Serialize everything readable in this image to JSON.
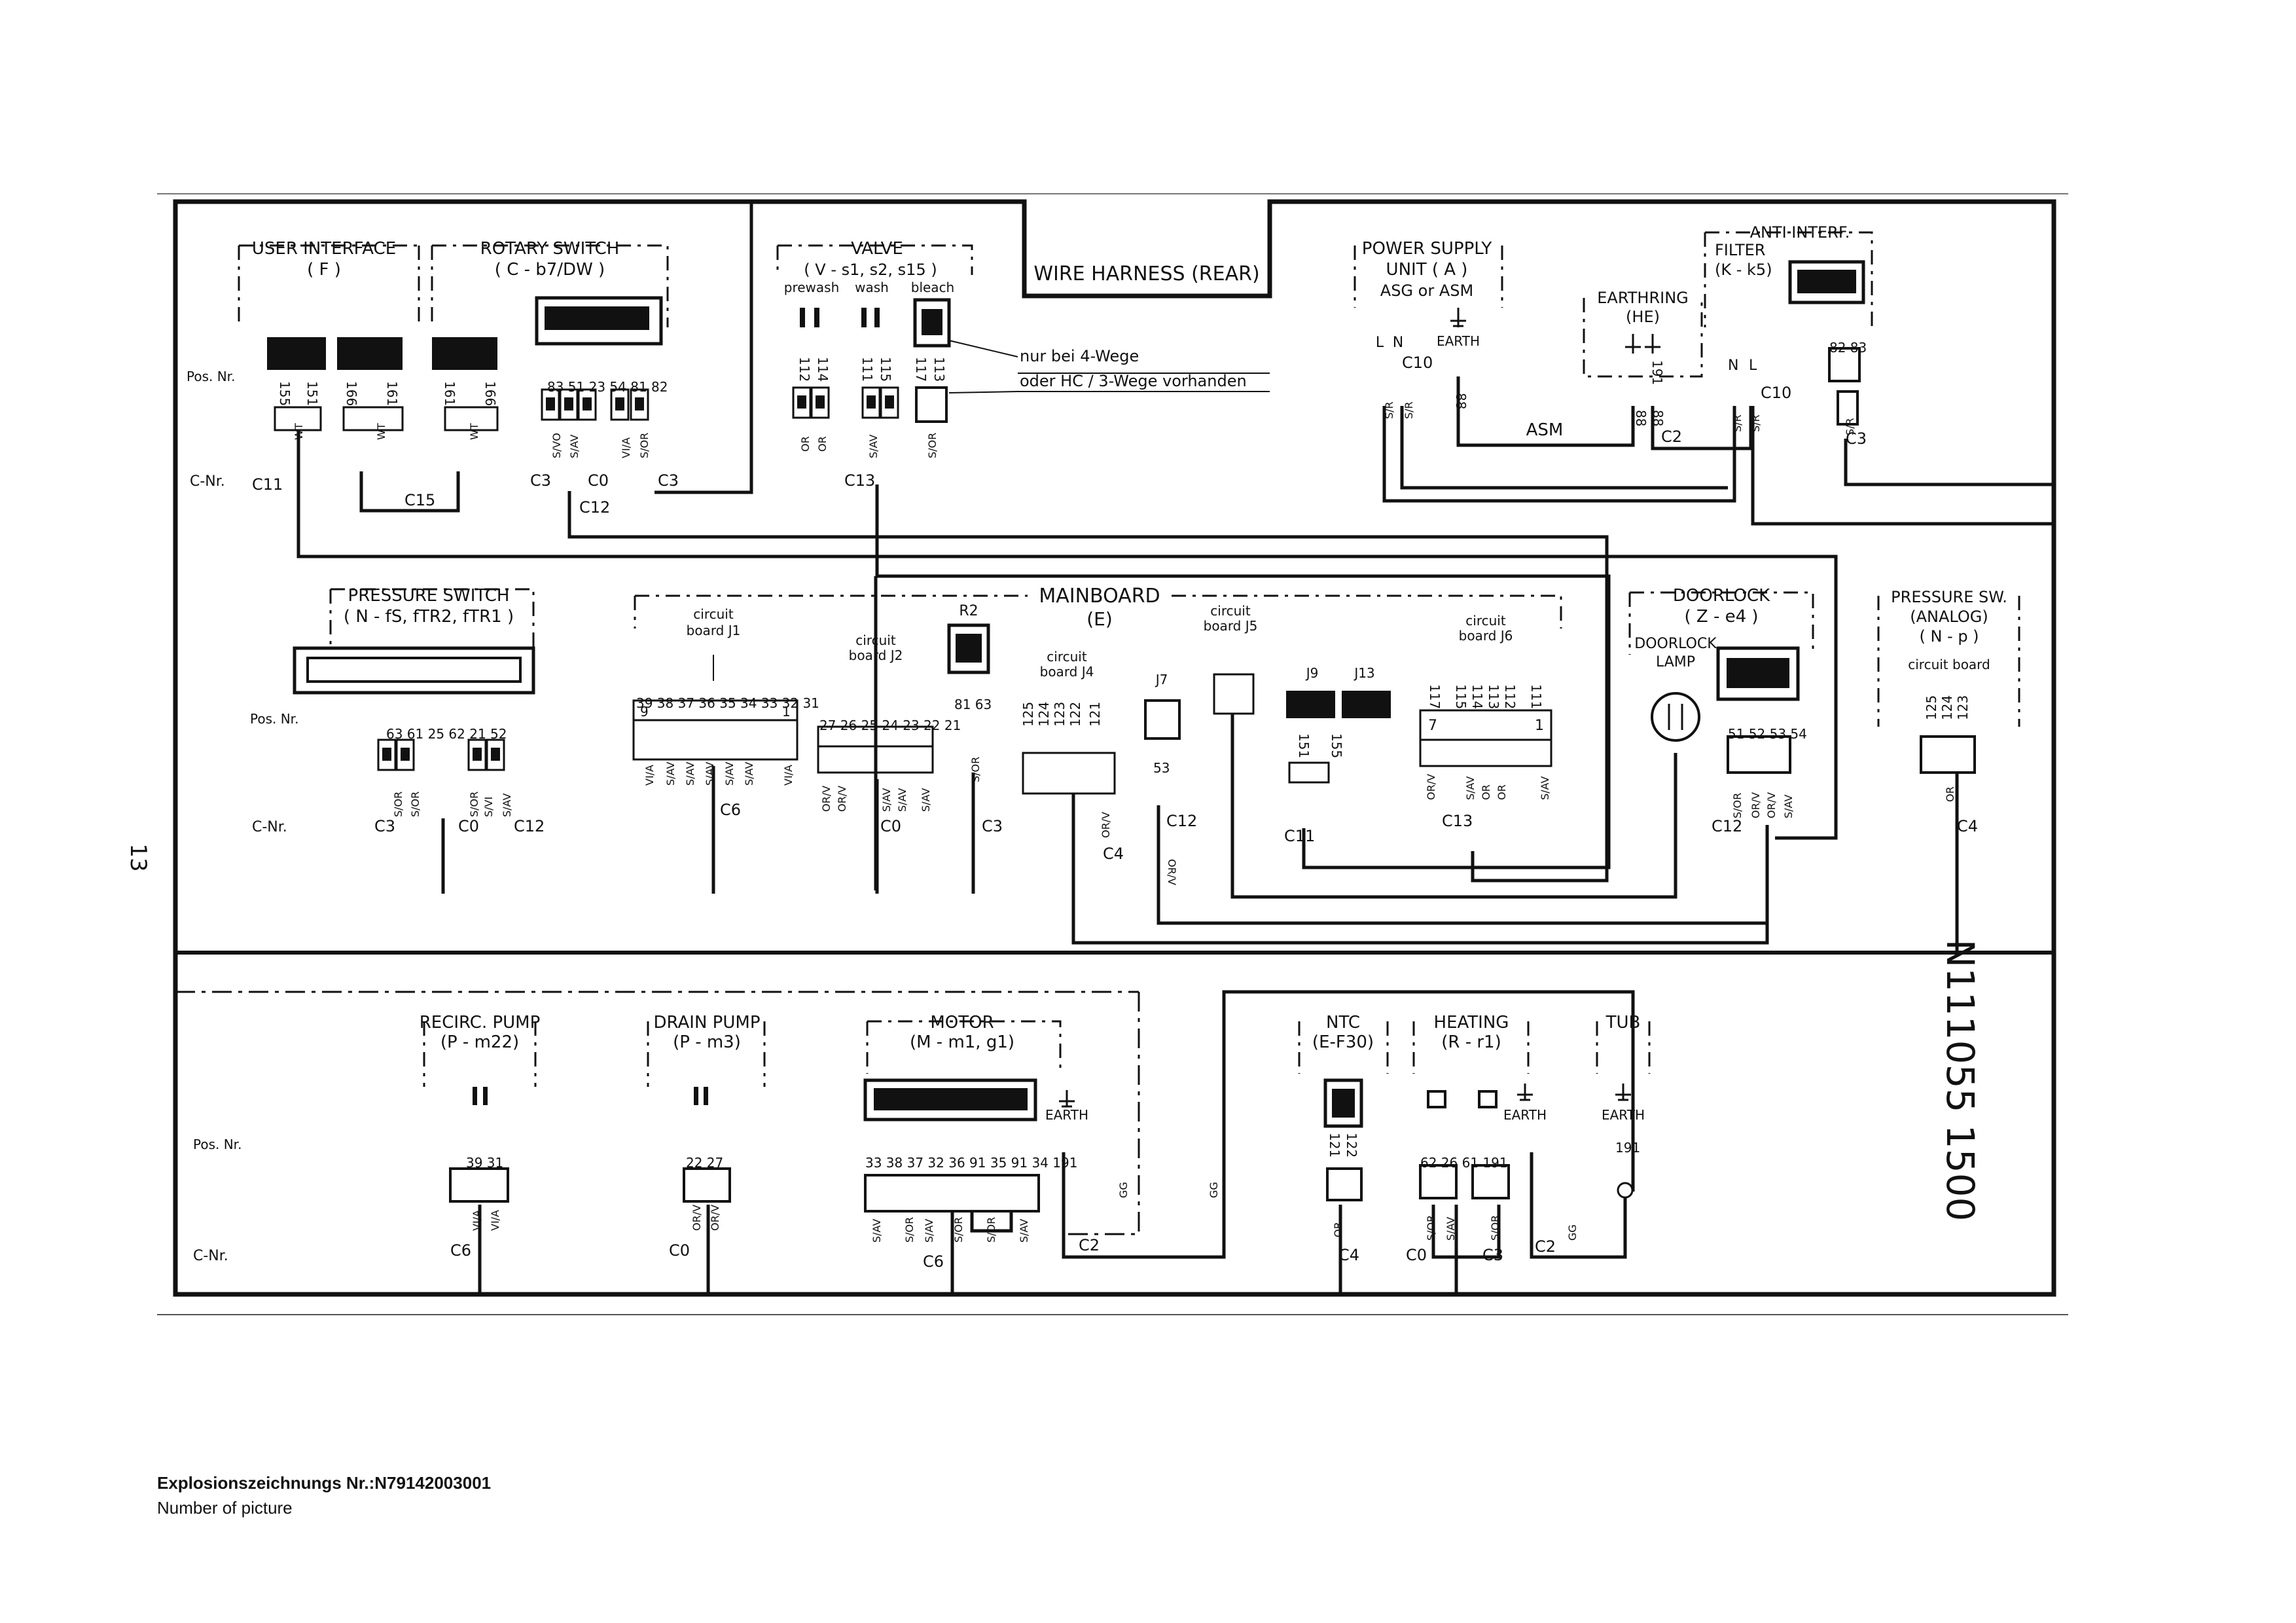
{
  "page_number": "13",
  "doc_code": "N111055 1500",
  "footer": {
    "title": "Explosionszeichnungs Nr.:N79142003001",
    "subtitle": "Number of picture"
  },
  "harness_label": "WIRE HARNESS (REAR)",
  "row_labels": {
    "pos": "Pos. Nr.",
    "cnr": "C-Nr."
  },
  "components": {
    "user_interface": {
      "title": "USER INTERFACE",
      "code": "( F )"
    },
    "rotary_switch": {
      "title": "ROTARY SWITCH",
      "code": "( C - b7/DW )"
    },
    "valve": {
      "title": "VALVE",
      "code": "( V - s1, s2, s15 )",
      "prewash": "prewash",
      "wash": "wash",
      "bleach": "bleach"
    },
    "valve_note": {
      "line1": "nur bei 4-Wege",
      "line2": "oder  HC / 3-Wege vorhanden"
    },
    "power_supply": {
      "title": "POWER SUPPLY",
      "line2": "UNIT ( A )",
      "line3": "ASG or ASM",
      "earth": "EARTH",
      "l": "L",
      "n": "N",
      "asm": "ASM"
    },
    "earthring": {
      "title": "EARTHRING",
      "code": "(HE)"
    },
    "anti_interf": {
      "title": "ANTI INTERF.",
      "line2": "FILTER",
      "code": "(K - k5)",
      "n": "N",
      "l": "L"
    },
    "pressure_switch": {
      "title": "PRESSURE SWITCH",
      "code": "( N - fS, fTR2, fTR1 )"
    },
    "mainboard": {
      "title": "MAINBOARD",
      "code": "(E)",
      "j1": "circuit\nboard J1",
      "j2": "circuit\nboard J2",
      "j4": "circuit\nboard J4",
      "j5": "circuit\nboard J5",
      "j6": "circuit\nboard J6",
      "j7": "J7",
      "j9": "J9",
      "j13": "J13",
      "r2": "R2"
    },
    "doorlock": {
      "title": "DOORLOCK",
      "code": "( Z - e4 )",
      "lamp1": "DOORLOCK",
      "lamp2": "LAMP"
    },
    "pressure_sw_analog": {
      "title": "PRESSURE SW.",
      "line2": "(ANALOG)",
      "code": "( N - p )",
      "board": "circuit board"
    },
    "recirc_pump": {
      "title": "RECIRC. PUMP",
      "code": "(P - m22)"
    },
    "drain_pump": {
      "title": "DRAIN PUMP",
      "code": "(P - m3)"
    },
    "motor": {
      "title": "MOTOR",
      "code": "(M - m1, g1)",
      "earth": "EARTH"
    },
    "ntc": {
      "title": "NTC",
      "code": "(E-F30)"
    },
    "heating": {
      "title": "HEATING",
      "code": "(R - r1)",
      "earth": "EARTH"
    },
    "tub": {
      "title": "TUB",
      "earth": "EARTH"
    }
  },
  "pos_numbers": {
    "ui": [
      "155",
      "151",
      "166",
      "161",
      "161",
      "166"
    ],
    "rotary": [
      "83",
      "51",
      "23",
      "54",
      "81",
      "82"
    ],
    "valve": [
      "112",
      "114",
      "111",
      "115",
      "117",
      "113"
    ],
    "power": [
      "88",
      "191",
      "88",
      "88"
    ],
    "filter": [
      "82",
      "83"
    ],
    "pressure": [
      "63",
      "61",
      "25",
      "62",
      "21",
      "52"
    ],
    "j1": [
      "39",
      "38",
      "37",
      "36",
      "35",
      "34",
      "33",
      "32",
      "31"
    ],
    "j2": [
      "27",
      "26",
      "25",
      "24",
      "23",
      "22",
      "21"
    ],
    "r2": [
      "81",
      "63"
    ],
    "j4": [
      "125",
      "124",
      "123",
      "122",
      "121"
    ],
    "j7": [
      "53"
    ],
    "j9": [
      "151",
      "155"
    ],
    "j6": [
      "117",
      "115",
      "114",
      "113",
      "112",
      "111"
    ],
    "doorlock": [
      "51",
      "52",
      "53",
      "54"
    ],
    "analog": [
      "125",
      "124",
      "123"
    ],
    "recirc": [
      "39",
      "31"
    ],
    "drain": [
      "22",
      "27"
    ],
    "motor": [
      "33",
      "38",
      "37",
      "32",
      "36",
      "91",
      "35",
      "91",
      "34",
      "191"
    ],
    "ntc": [
      "121",
      "122"
    ],
    "heating": [
      "62",
      "26",
      "61",
      "191"
    ],
    "tub": [
      "191"
    ]
  },
  "connectors": {
    "c11": "C11",
    "c15": "C15",
    "c3": "C3",
    "c0": "C0",
    "c12": "C12",
    "c13": "C13",
    "c10": "C10",
    "c2": "C2",
    "c6": "C6",
    "c4": "C4"
  },
  "pin_numbers": {
    "j1_first": "9",
    "j1_last": "1",
    "j6_first": "7",
    "j6_last": "1"
  },
  "wire_codes": {
    "ui": "WT",
    "rotary": [
      "S/VO",
      "S/AV",
      "VI/A",
      "S/OR"
    ],
    "valve": [
      "OR",
      "OR",
      "S/AV",
      "S/OR"
    ],
    "pressure": [
      "S/OR",
      "S/OR",
      "S/OR",
      "S/VI",
      "S/AV"
    ],
    "j1": [
      "VI/A",
      "S/AV",
      "S/AV",
      "S/AV",
      "S/AV",
      "S/AV",
      "VI/A"
    ],
    "j2": [
      "OR/V",
      "OR/V",
      "S/AV",
      "S/AV",
      "S/AV"
    ],
    "r2": [
      "S/OR"
    ],
    "j4": [
      "OR/V"
    ],
    "j7": [
      "OR/V"
    ],
    "j6": [
      "OR/V",
      "S/AV",
      "OR",
      "OR",
      "S/AV"
    ],
    "doorlock": [
      "S/OR",
      "OR/V",
      "OR/V",
      "S/AV"
    ],
    "analog": [
      "OR"
    ],
    "recirc": [
      "VI/A",
      "VI/A"
    ],
    "drain": [
      "OR/V",
      "OR/V"
    ],
    "motor": [
      "S/AV",
      "S/OR",
      "S/AV",
      "S/OR",
      "S/OR",
      "S/AV"
    ],
    "ntc": [
      "OR"
    ],
    "heating": [
      "S/OR",
      "S/AV",
      "S/OR"
    ],
    "power": [
      "S/R",
      "S/R"
    ],
    "filter": [
      "S/R",
      "S/R",
      "S/R"
    ],
    "ground": "GG"
  }
}
